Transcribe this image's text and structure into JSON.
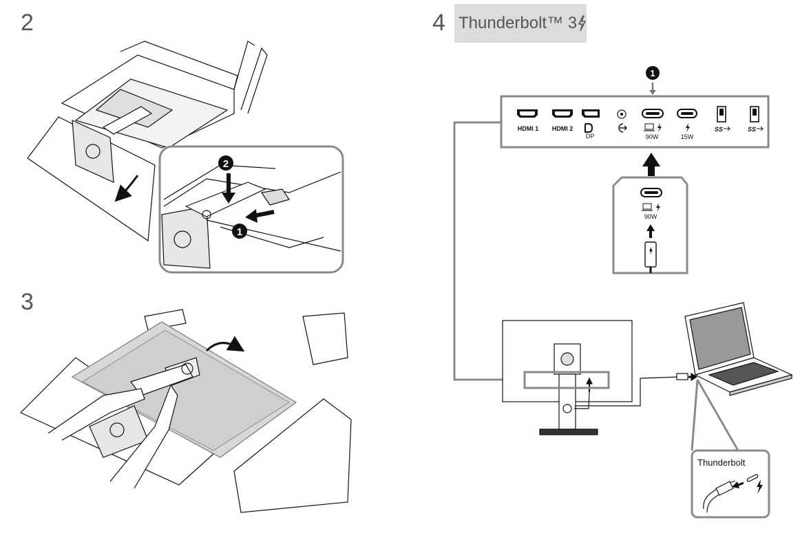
{
  "steps": {
    "step2": "2",
    "step3": "3",
    "step4": "4"
  },
  "header": {
    "title": "Thunderbolt™ 3",
    "icon": "lightning-bolt-icon"
  },
  "callouts": {
    "one": "1",
    "two": "2"
  },
  "ports": {
    "hdmi1": "HDMI 1",
    "hdmi2": "HDMI 2",
    "dp": "DP",
    "tb_power": "90W",
    "usbc_power": "15W",
    "usb_ss": "SS"
  },
  "zoom_port": {
    "power": "90W"
  },
  "thunderbolt_label": "Thunderbolt",
  "colors": {
    "outline": "#8a8a8a",
    "header_bg": "#dcdcdc",
    "ink": "#111111",
    "step_number": "#555555"
  }
}
